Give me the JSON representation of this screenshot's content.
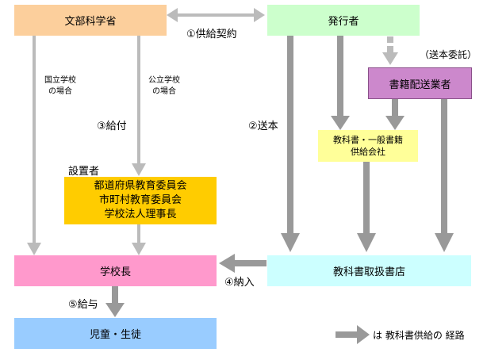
{
  "boxes": {
    "monbu": "文部科学省",
    "hakko": "発行者",
    "shoseki": "書籍配送業者",
    "kyokyu_line1": "教科書・一般書籍",
    "kyokyu_line2": "供給会社",
    "secchi_line1": "都道府県教育委員会",
    "secchi_line2": "市町村教育委員会",
    "secchi_line3": "学校法人理事長",
    "gakko": "学校長",
    "toriatsukai": "教科書取扱書店",
    "jido": "児童・生徒"
  },
  "labels": {
    "kyokyu_keiyaku": "①供給契約",
    "soho_itaku": "（送本委託）",
    "kokuritsu_line1": "国立学校",
    "kokuritsu_line2": "の場合",
    "koritsu_line1": "公立学校",
    "koritsu_line2": "の場合",
    "kyufu": "③給付",
    "sohon": "②送本",
    "secchisha": "設置者",
    "nonyu": "④納入",
    "kyoyo": "⑤給与",
    "legend": "は 教科書供給の 経路"
  },
  "colors": {
    "monbu": "#fccf9c",
    "hakko": "#ccffcc",
    "shoseki": "#cc88cc",
    "kyokyu": "#ffff99",
    "secchi": "#ffcc00",
    "gakko": "#ff99cc",
    "toriatsukai": "#ccffff",
    "jido": "#99ccff",
    "arrow_thick": "#999999",
    "arrow_thin": "#bbbbbb"
  }
}
